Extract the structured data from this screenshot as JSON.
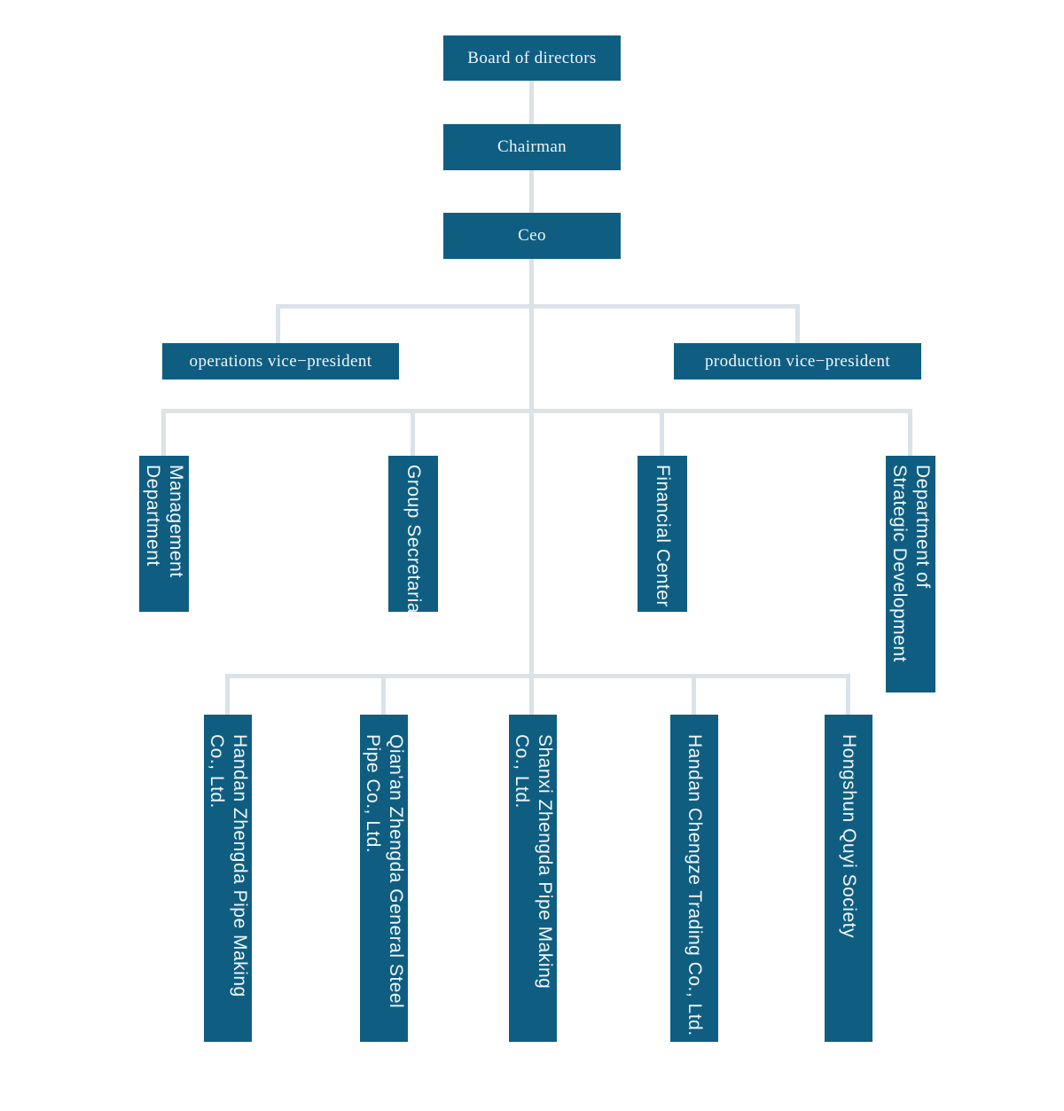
{
  "colors": {
    "box_fill": "#0f5e82",
    "box_text": "#f1f6f8",
    "connector": "#dbe2e8"
  },
  "nodes": {
    "board": {
      "label": "Board of directors"
    },
    "chairman": {
      "label": "Chairman"
    },
    "ceo": {
      "label": "Ceo"
    },
    "operations_vp": {
      "label": "operations vice−president"
    },
    "production_vp": {
      "label": "production vice−president"
    },
    "management_dept": {
      "label": "Management Department",
      "lines": [
        "Management",
        "Department"
      ]
    },
    "group_secretariat": {
      "label": "Group Secretariat",
      "lines": [
        "Group Secretariat"
      ]
    },
    "financial_center": {
      "label": "Financial Center",
      "lines": [
        "Financial Center"
      ]
    },
    "strategic_dept": {
      "label": "Department of Strategic Development",
      "lines": [
        "Department of",
        "Strategic Development"
      ]
    },
    "handan_zhengda": {
      "label": "Handan Zhengda Pipe Making Co., Ltd.",
      "lines": [
        "Handan Zhengda Pipe Making",
        "Co., Ltd."
      ]
    },
    "qianan_zhengda": {
      "label": "Qian'an Zhengda General Steel Pipe Co., Ltd.",
      "lines": [
        "Qian'an Zhengda General Steel",
        "Pipe Co., Ltd."
      ]
    },
    "shanxi_zhengda": {
      "label": "Shanxi Zhengda Pipe Making Co., Ltd.",
      "lines": [
        "Shanxi Zhengda Pipe Making",
        "Co., Ltd."
      ]
    },
    "handan_chengze": {
      "label": "Handan Chengze Trading Co., Ltd.",
      "lines": [
        "Handan Chengze Trading Co., Ltd."
      ]
    },
    "hongshun": {
      "label": "Hongshun Quyi Society",
      "lines": [
        "Hongshun Quyi Society"
      ]
    }
  },
  "structure": {
    "board": [
      "chairman"
    ],
    "chairman": [
      "ceo"
    ],
    "ceo_vp_children": [
      "operations_vp",
      "production_vp"
    ],
    "ceo_dept_children": [
      "management_dept",
      "group_secretariat",
      "financial_center",
      "strategic_dept"
    ],
    "ceo_company_children": [
      "handan_zhengda",
      "qianan_zhengda",
      "shanxi_zhengda",
      "handan_chengze",
      "hongshun"
    ]
  }
}
